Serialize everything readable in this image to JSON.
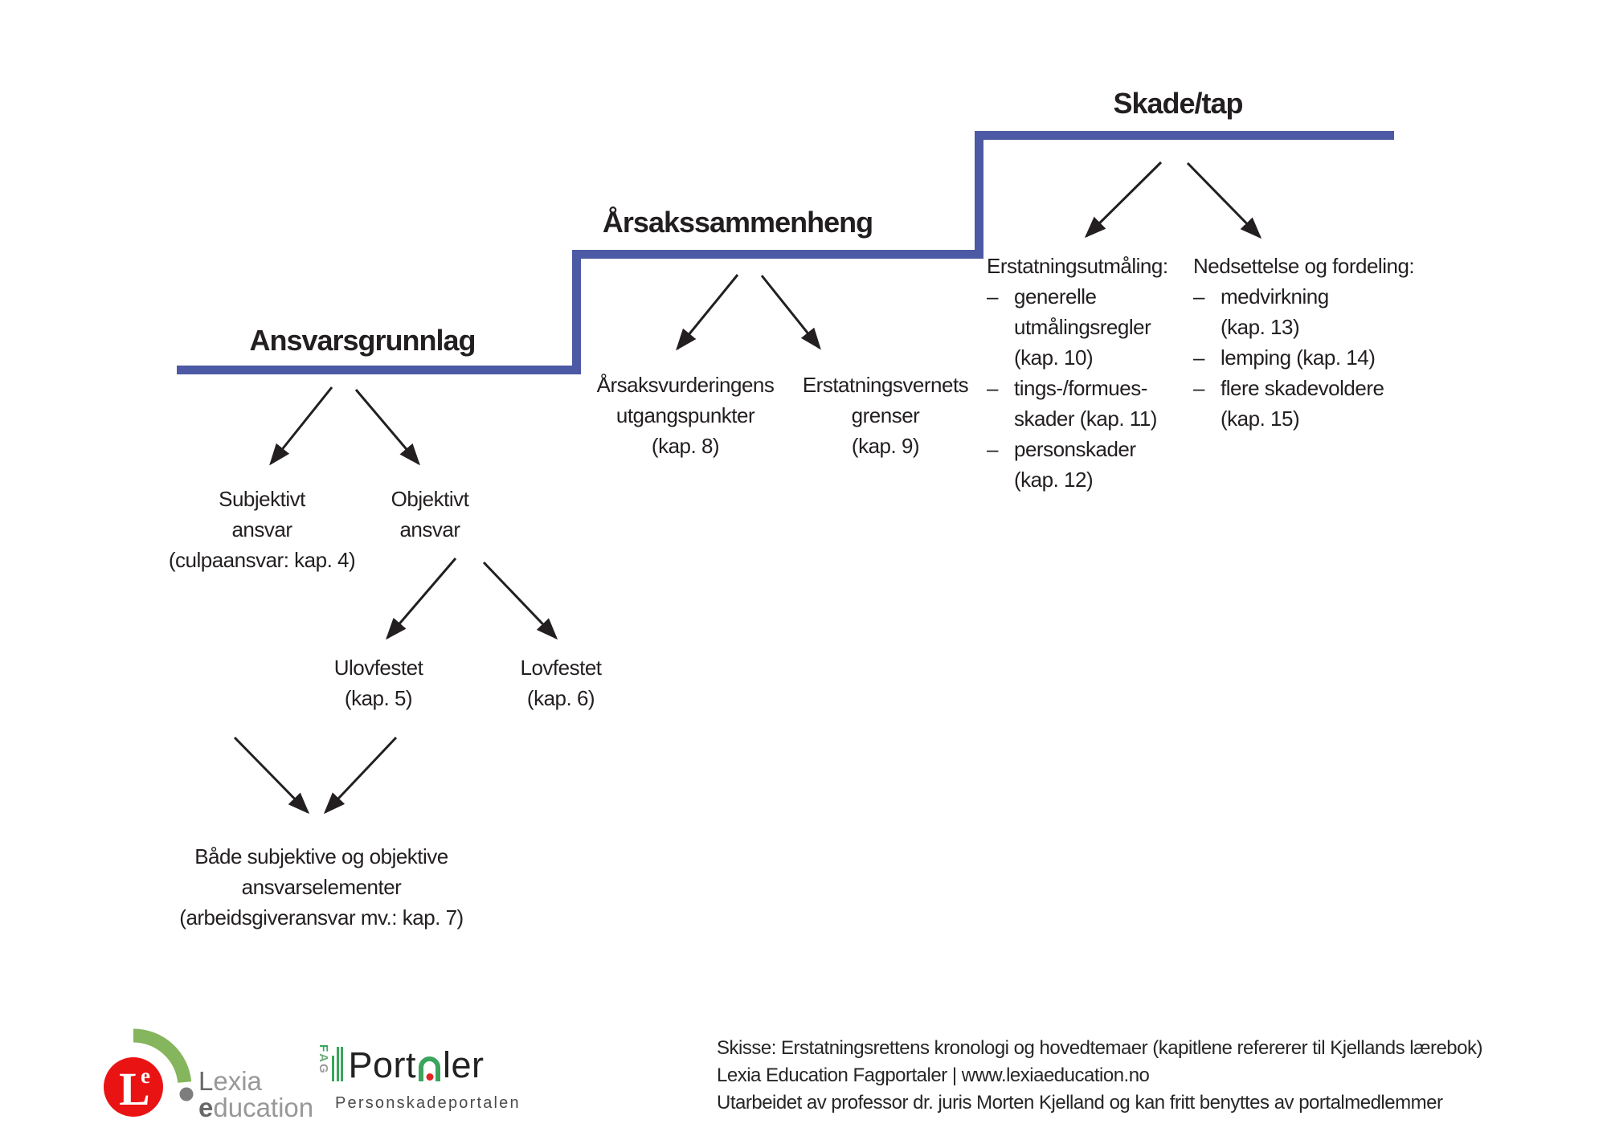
{
  "diagram": {
    "steps": {
      "ansvarsgrunnlag": "Ansvarsgrunnlag",
      "aarsakssammenheng": "Årsakssammenheng",
      "skade_tap": "Skade/tap"
    },
    "nodes": {
      "subjektivt": "Subjektivt\nansvar\n(culpaansvar: kap. 4)",
      "objektivt": "Objektivt\nansvar",
      "ulovfestet": "Ulovfestet\n(kap. 5)",
      "lovfestet": "Lovfestet\n(kap. 6)",
      "baade": "Både subjektive og objektive\nansvarselementer\n(arbeidsgiveransvar mv.: kap. 7)",
      "aarsaksvurderingens": "Årsaksvurderingens\nutgangspunkter\n(kap. 8)",
      "erstatningsvernets": "Erstatningsvernets\ngrenser\n(kap. 9)"
    },
    "lists": {
      "utmaaling": {
        "heading": "Erstatningsutmåling:",
        "items": [
          {
            "marker": "–",
            "text": "generelle\nutmålingsregler\n(kap. 10)"
          },
          {
            "marker": "–",
            "text": "tings-/formues-\nskader (kap. 11)"
          },
          {
            "marker": "–",
            "text": "personskader\n(kap. 12)"
          }
        ]
      },
      "nedsettelse": {
        "heading": "Nedsettelse og fordeling:",
        "items": [
          {
            "marker": "–",
            "text": "medvirkning\n(kap. 13)"
          },
          {
            "marker": "–",
            "text": "lemping (kap. 14)"
          },
          {
            "marker": "–",
            "text": "flere skadevoldere\n(kap. 15)"
          }
        ]
      }
    }
  },
  "footer": {
    "lexia_logo": {
      "monogram": "L",
      "monogram_small": "e",
      "word1_lead": "L",
      "word1_rest": "exia",
      "word2_lead": "e",
      "word2_rest": "ducation"
    },
    "fagportaler_logo": {
      "vertical_f": "F",
      "vertical_a": "A",
      "vertical_g": "G",
      "word_lead": "Port",
      "word_tail": "ler",
      "subtitle": "Personskadeportalen"
    },
    "caption": {
      "line1": "Skisse: Erstatningsrettens kronologi og hovedtemaer (kapitlene refererer til Kjellands lærebok)",
      "line2": "Lexia Education Fagportaler | www.lexiaeducation.no",
      "line3": "Utarbeidet av professor dr. juris Morten Kjelland og kan fritt benyttes av portalmedlemmer"
    }
  },
  "colors": {
    "step_line": "#4c59a4",
    "diagram_text": "#231f20",
    "lexia_red": "#e91313",
    "lexia_arc_green": "#85b55c",
    "portal_green": "#3aa55c",
    "portal_dot_red": "#e02424",
    "dot_gray": "#7d7d7d"
  }
}
